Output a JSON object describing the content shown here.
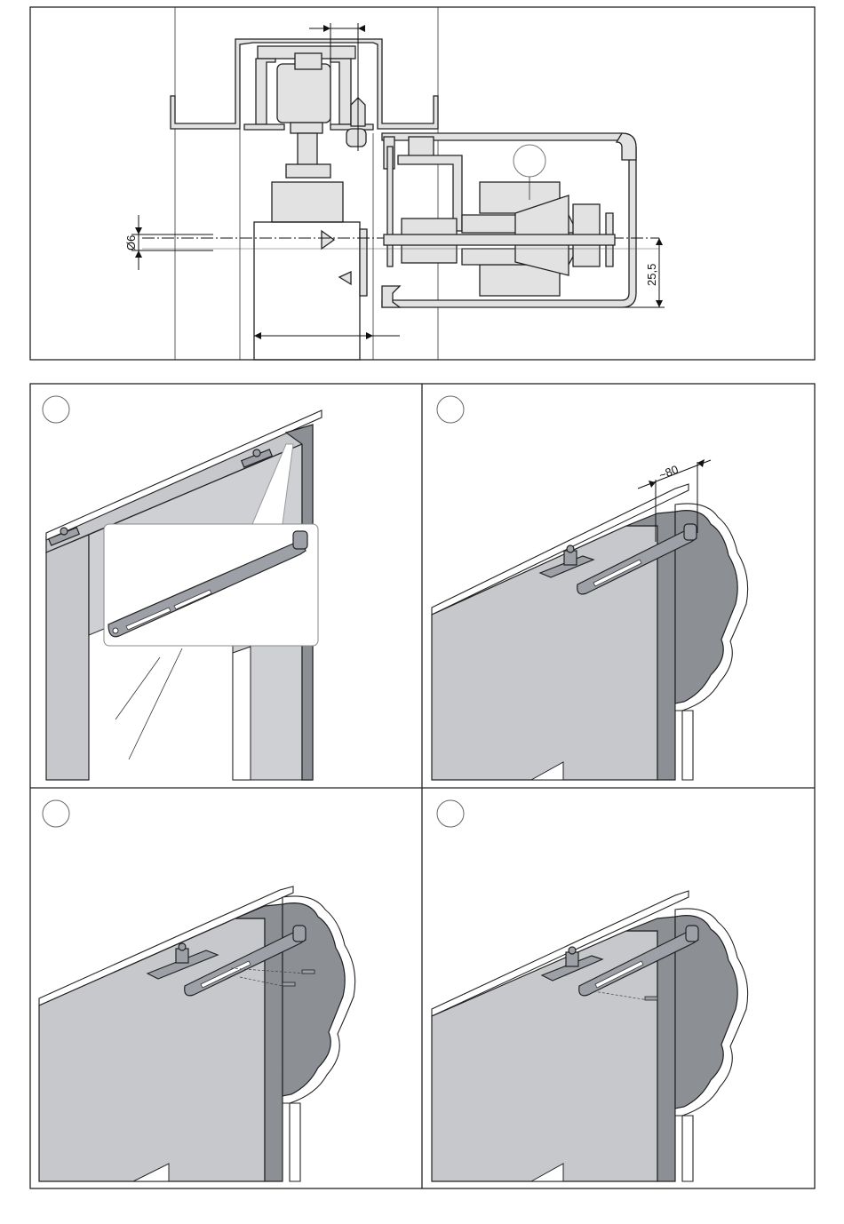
{
  "section": {
    "dimensions": {
      "bolt_diameter": "Ø6",
      "offset_height": "25,5"
    }
  },
  "steps": [
    {
      "dimension_label": ""
    },
    {
      "dimension_label": "~80"
    },
    {
      "dimension_label": ""
    },
    {
      "dimension_label": ""
    }
  ],
  "colors": {
    "panel_light": "#c6c8cc",
    "panel_dark": "#8c8f94",
    "profile": "#e2e2e2",
    "line": "#222222"
  }
}
